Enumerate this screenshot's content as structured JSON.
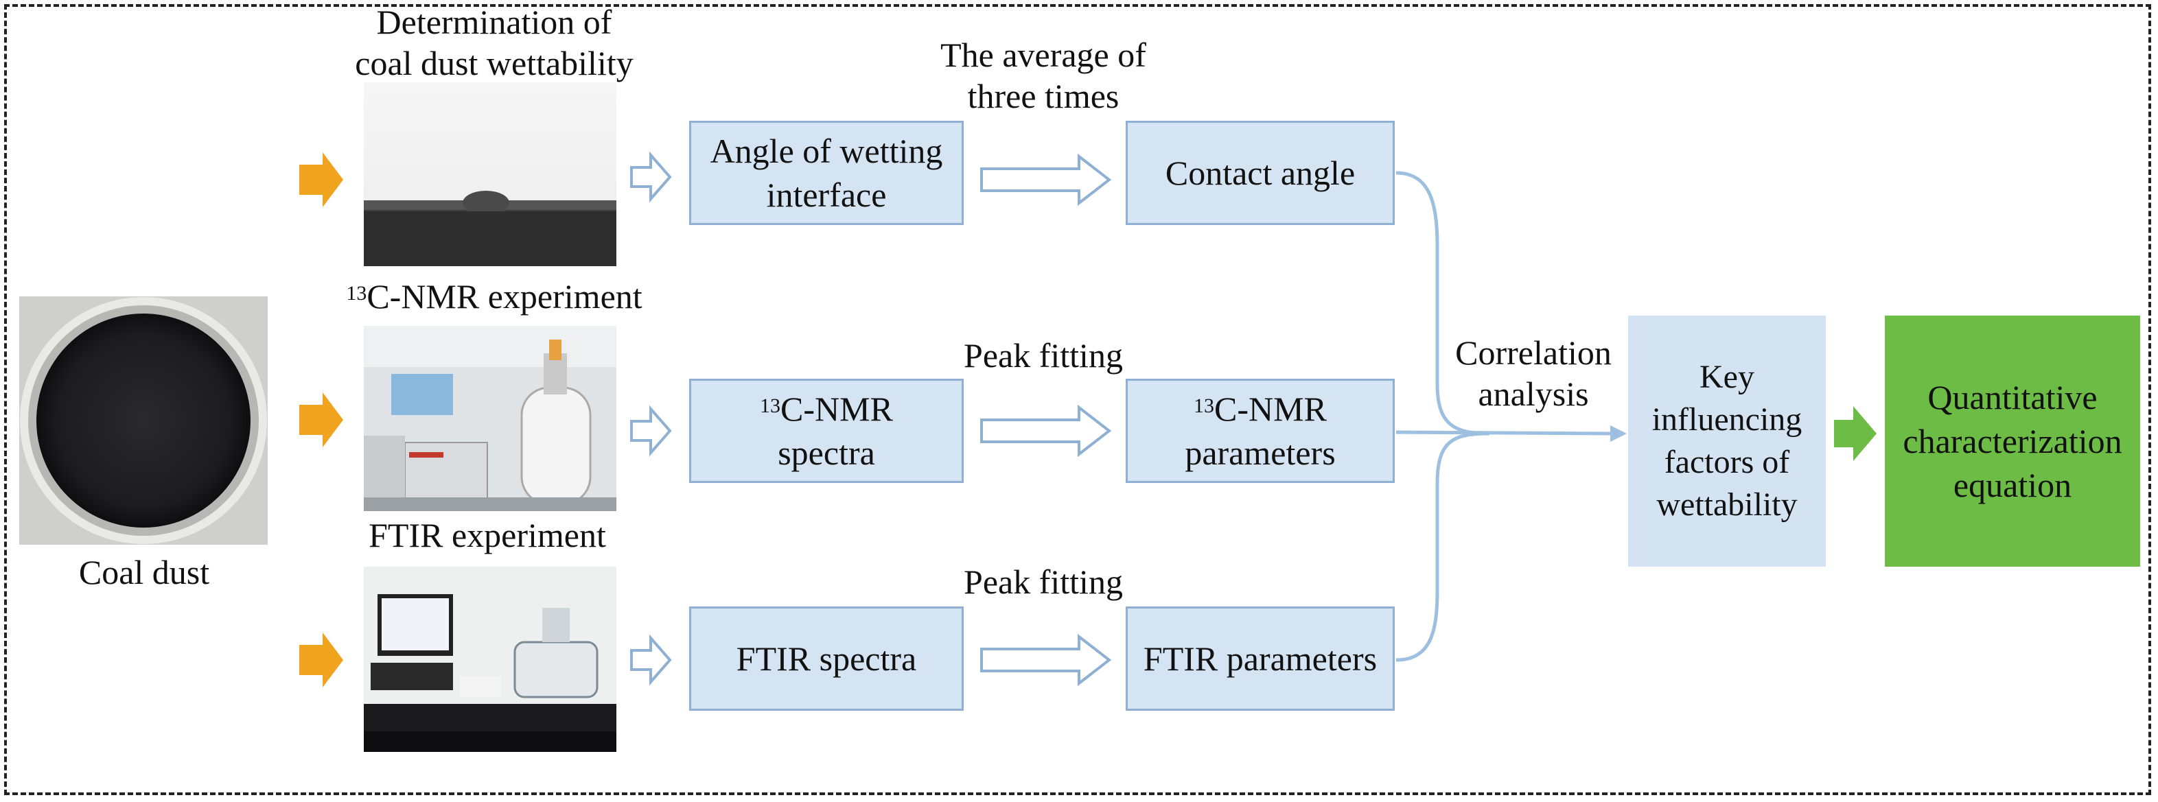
{
  "coal_dust_label": "Coal dust",
  "rows": [
    {
      "experiment_label": "Determination of coal dust wettability",
      "experiment_line1": "Determination of",
      "experiment_line2": "coal dust wettability",
      "step1_line1": "Angle of wetting",
      "step1_line2": "interface",
      "method_line1": "The average of",
      "method_line2": "three times",
      "result": "Contact angle"
    },
    {
      "experiment_sup": "13",
      "experiment_text": "C-NMR experiment",
      "step1_sup": "13",
      "step1_line1": "C-NMR",
      "step1_line2": "spectra",
      "method": "Peak fitting",
      "result_sup": "13",
      "result_line1": "C-NMR",
      "result_line2": "parameters"
    },
    {
      "experiment_text": "FTIR experiment",
      "step1": "FTIR spectra",
      "method": "Peak fitting",
      "result": "FTIR parameters"
    }
  ],
  "correlation_line1": "Correlation",
  "correlation_line2": "analysis",
  "key_factors": [
    "Key",
    "influencing",
    "factors of",
    "wettability"
  ],
  "quant_eq": [
    "Quantitative",
    "characterization",
    "equation"
  ],
  "colors": {
    "box_fill": "#d5e4f2",
    "box_border": "#8fb0d3",
    "orange_arrow": "#f0a31e",
    "green_box": "#6cbc45",
    "green_arrow": "#6cbc45",
    "connector": "#9dbfe0"
  }
}
